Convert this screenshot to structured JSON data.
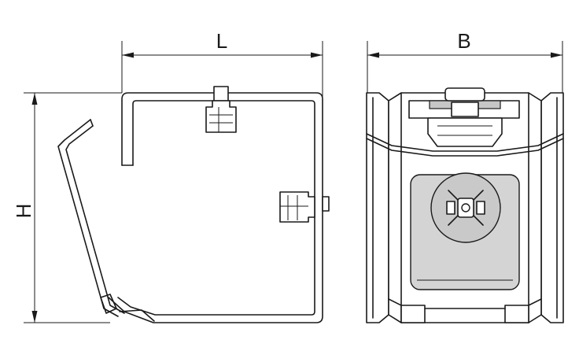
{
  "dimensions": {
    "length_label": "L",
    "width_label": "B",
    "height_label": "H"
  }
}
